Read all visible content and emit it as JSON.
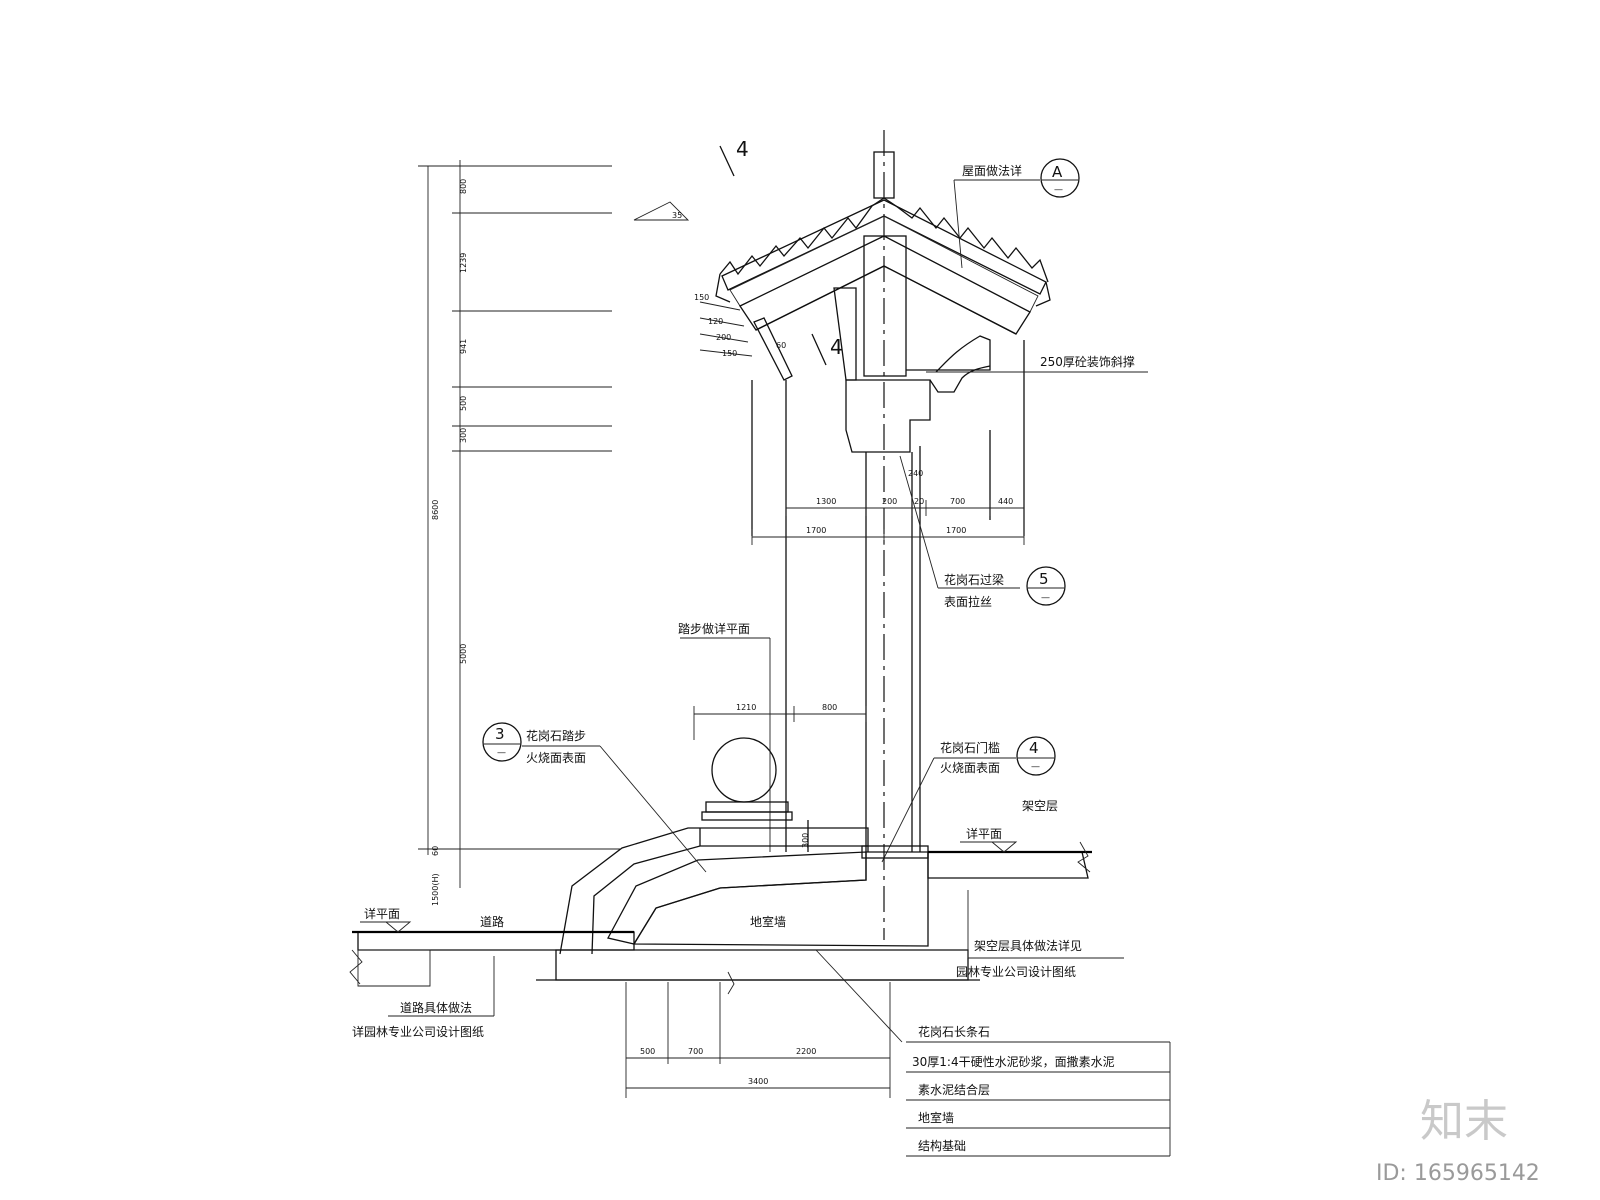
{
  "section_marks": {
    "top": "4",
    "middle": "4"
  },
  "slope": "35",
  "callouts": {
    "roof": {
      "text": "屋面做法详",
      "symbol": "A",
      "sub": "—"
    },
    "beam": {
      "text": "250厚砼装饰斜撑"
    },
    "lintel": {
      "line1": "花岗石过梁",
      "line2": "表面拉丝",
      "symbol": "5",
      "sub": "—"
    },
    "steps_plan": {
      "text": "踏步做详平面"
    },
    "steps": {
      "line1": "花岗石踏步",
      "line2": "火烧面表面",
      "symbol": "3",
      "sub": "—"
    },
    "sill": {
      "line1": "花岗石门槛",
      "line2": "火烧面表面",
      "symbol": "4",
      "sub": "—"
    },
    "overhead_floor": {
      "text": "架空层"
    },
    "plan_right": {
      "text": "详平面"
    },
    "plan_left": {
      "text": "详平面"
    },
    "road": {
      "text": "道路"
    },
    "basement_wall": {
      "text": "地室墙"
    },
    "overhead_note": {
      "line1": "架空层具体做法详见",
      "line2": "园林专业公司设计图纸"
    },
    "road_note": {
      "line1": "道路具体做法",
      "line2": "详园林专业公司设计图纸"
    }
  },
  "spec_table": [
    "花岗石长条石",
    "30厚1:4干硬性水泥砂浆，面撒素水泥",
    "素水泥结合层",
    "地室墙",
    "结构基础"
  ],
  "dims": {
    "left_vertical": [
      "800",
      "1239",
      "941",
      "500",
      "300",
      "5000",
      "8600",
      "1500(H)",
      "60"
    ],
    "top_row1": [
      "1300",
      "200",
      "20",
      "700",
      "440"
    ],
    "top_row2": [
      "1700",
      "1700"
    ],
    "roof_eave": [
      "150",
      "120",
      "200",
      "150",
      "60"
    ],
    "lintel_depth": "240",
    "step": [
      "1210",
      "800",
      "300"
    ],
    "bottom": [
      "500",
      "700",
      "2200",
      "3400"
    ]
  },
  "watermark": {
    "logo": "知末",
    "id": "ID: 165965142"
  }
}
